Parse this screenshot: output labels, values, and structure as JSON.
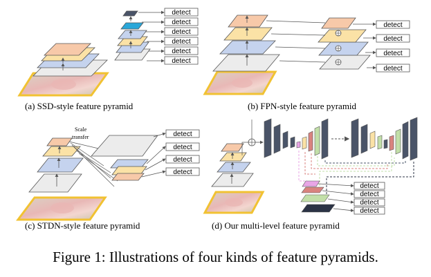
{
  "figure": {
    "caption": "Figure 1: Illustrations of four kinds of feature pyramids.",
    "detect_label": "detect",
    "panels": {
      "a": {
        "caption": "(a) SSD-style feature pyramid"
      },
      "b": {
        "caption": "(b) FPN-style feature pyramid"
      },
      "c": {
        "caption": "(c) STDN-style feature pyramid",
        "annotation_line1": "Scale",
        "annotation_line2": "transfer"
      },
      "d": {
        "caption": "(d) Our multi-level feature pyramid"
      }
    }
  },
  "colors": {
    "gray": "#ececec",
    "blue": "#c5d3ee",
    "yellow": "#fbe2a6",
    "peach": "#f7c9a9",
    "cyan": "#2aa7d9",
    "navy": "#4a5468",
    "pink": "#e8a5e6",
    "red": "#d9837f",
    "green": "#c2dfa8",
    "dark": "#2b3345",
    "image_border": "#f1c232",
    "line": "#555555"
  }
}
